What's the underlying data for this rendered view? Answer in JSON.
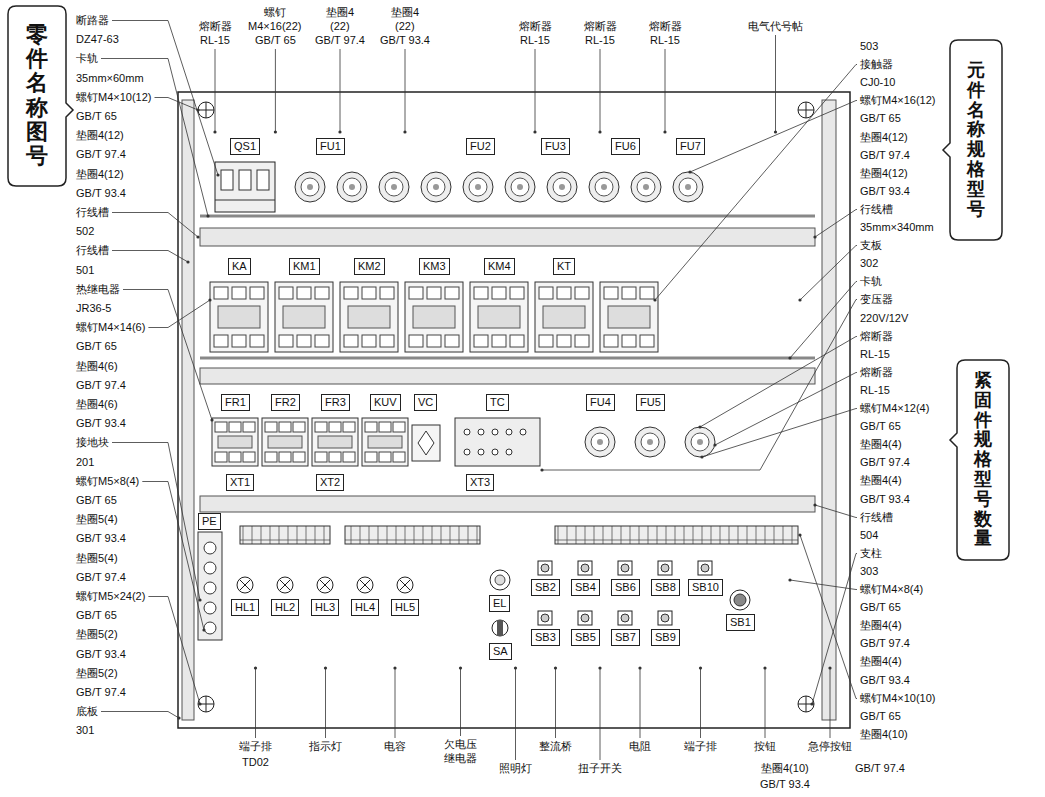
{
  "diagram": {
    "nodes": [
      {
        "text": [
          "零件名称图号"
        ]
      },
      {
        "text": [
          "元件名称规格型号"
        ]
      },
      {
        "text": [
          "QS1"
        ]
      },
      {
        "text": [
          "FU1"
        ]
      },
      {
        "text": [
          "FU2"
        ]
      },
      {
        "text": [
          "FU3"
        ]
      },
      {
        "text": [
          "FU6"
        ]
      },
      {
        "text": [
          "FU7"
        ]
      },
      {
        "text": [
          "KA"
        ]
      },
      {
        "text": [
          "KM1"
        ]
      },
      {
        "text": [
          "KM2"
        ]
      },
      {
        "text": [
          "KM3"
        ]
      },
      {
        "text": [
          "KM4"
        ]
      },
      {
        "text": [
          "KT"
        ]
      },
      {
        "text": [
          "FR1"
        ]
      },
      {
        "text": [
          "FR2"
        ]
      },
      {
        "text": [
          "FR3"
        ]
      },
      {
        "text": [
          "KUV"
        ]
      },
      {
        "text": [
          "VC"
        ]
      },
      {
        "text": [
          "TC"
        ]
      },
      {
        "text": [
          "FU4"
        ]
      },
      {
        "text": [
          "FU5"
        ]
      },
      {
        "text": [
          "紧固件规格型号数量"
        ]
      },
      {
        "text": [
          "XT1"
        ]
      },
      {
        "text": [
          "XT2"
        ]
      },
      {
        "text": [
          "XT3"
        ]
      },
      {
        "text": [
          "PE"
        ]
      },
      {
        "text": [
          "SB2"
        ]
      },
      {
        "text": [
          "SB4"
        ]
      },
      {
        "text": [
          "SB6"
        ]
      },
      {
        "text": [
          "SB8"
        ]
      },
      {
        "text": [
          "SB10"
        ]
      },
      {
        "text": [
          "EL"
        ]
      },
      {
        "text": [
          "SB1"
        ]
      },
      {
        "text": [
          "HL1"
        ]
      },
      {
        "text": [
          "HL2"
        ]
      },
      {
        "text": [
          "HL3"
        ]
      },
      {
        "text": [
          "HL4"
        ]
      },
      {
        "text": [
          "HL5"
        ]
      },
      {
        "text": [
          "SA"
        ]
      },
      {
        "text": [
          "SB3"
        ]
      },
      {
        "text": [
          "SB5"
        ]
      },
      {
        "text": [
          "SB7"
        ]
      },
      {
        "text": [
          "SB9"
        ]
      }
    ],
    "labels": [
      "熔断器",
      "RL-15",
      "螺钉",
      "M4×16(22)",
      "GB/T 65",
      "垫圈4",
      "(22)",
      "GB/T 97.4",
      "垫圈4",
      "(22)",
      "GB/T 93.4",
      "熔断器",
      "RL-15",
      "熔断器",
      "RL-15",
      "熔断器",
      "RL-15",
      "电气代号帖",
      "断路器",
      "DZ47-63",
      "卡轨",
      "35mm×60mm",
      "螺钉M4×10(12)",
      "GB/T 65",
      "垫圈4(12)",
      "GB/T 97.4",
      "垫圈4(12)",
      "GB/T 93.4",
      "行线槽",
      "502",
      "行线槽",
      "501",
      "热继电器",
      "JR36-5",
      "螺钉M4×14(6)",
      "GB/T 65",
      "垫圈4(6)",
      "GB/T 97.4",
      "垫圈4(6)",
      "GB/T 93.4",
      "接地块",
      "201",
      "螺钉M5×8(4)",
      "GB/T 65",
      "垫圈5(4)",
      "GB/T 93.4",
      "垫圈5(4)",
      "GB/T 97.4",
      "螺钉M5×24(2)",
      "GB/T 65",
      "垫圈5(2)",
      "GB/T 93.4",
      "垫圈5(2)",
      "GB/T 97.4",
      "底板",
      "301",
      "503",
      "接触器",
      "CJ0-10",
      "螺钉M4×16(12)",
      "GB/T 65",
      "垫圈4(12)",
      "GB/T 97.4",
      "垫圈4(12)",
      "GB/T 93.4",
      "行线槽",
      "35mm×340mm",
      "支板",
      "302",
      "卡轨",
      "变压器",
      "220V/12V",
      "熔断器",
      "RL-15",
      "熔断器",
      "RL-15",
      "螺钉M4×12(4)",
      "GB/T 65",
      "垫圈4(4)",
      "GB/T 97.4",
      "垫圈4(4)",
      "GB/T 93.4",
      "行线槽",
      "504",
      "支柱",
      "303",
      "螺钉M4×8(4)",
      "GB/T 65",
      "垫圈4(4)",
      "GB/T 97.4",
      "垫圈4(4)",
      "GB/T 93.4",
      "螺钉M4×10(10)",
      "GB/T 65",
      "垫圈4(10)",
      "端子排",
      "指示灯",
      "电容",
      "欠电压",
      "整流桥",
      "电阻",
      "端子排",
      "按钮",
      "急停按钮",
      "继电器",
      "TD02",
      "照明灯",
      "扭子开关",
      "垫圈4(10)",
      "GB/T 97.4",
      "GB/T 93.4"
    ]
  }
}
